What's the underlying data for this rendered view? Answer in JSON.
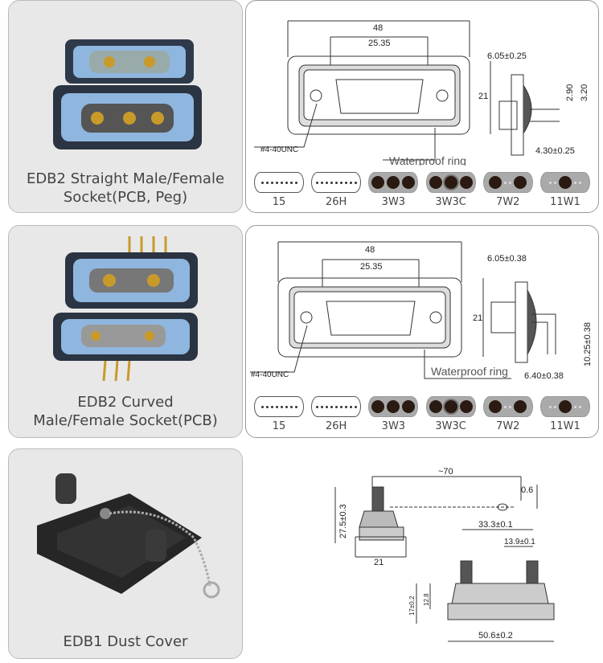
{
  "rows": [
    {
      "caption_line1": "EDB2 Straight Male/Female",
      "caption_line2": "Socket(PCB, Peg)",
      "dims": {
        "width": "48",
        "pitch": "25.35",
        "depth": "6.05±0.25",
        "height": "21",
        "d1": "2.90",
        "d2": "3.20",
        "pin": "4.30±0.25",
        "thread": "#4-40UNC",
        "ring": "Waterproof ring"
      }
    },
    {
      "caption_line1": "EDB2 Curved",
      "caption_line2": "Male/Female Socket(PCB)",
      "dims": {
        "width": "48",
        "pitch": "25.35",
        "depth": "6.05±0.38",
        "height": "21",
        "d1": "10.25±0.38",
        "pin": "6.40±0.38",
        "thread": "#4-40UNC",
        "ring": "Waterproof ring"
      }
    },
    {
      "caption_line1": "EDB1 Dust Cover",
      "dims": {
        "chain": "~70",
        "chain_thk": "0.6",
        "height": "27.5±0.3",
        "width": "21",
        "pitch": "33.3±0.1",
        "offset": "13.9±0.1",
        "total_h": "17±0.2",
        "body_h": "12.8",
        "length": "50.6±0.2"
      }
    }
  ],
  "pin_types": [
    "15",
    "26H",
    "3W3",
    "3W3C",
    "7W2",
    "11W1"
  ]
}
